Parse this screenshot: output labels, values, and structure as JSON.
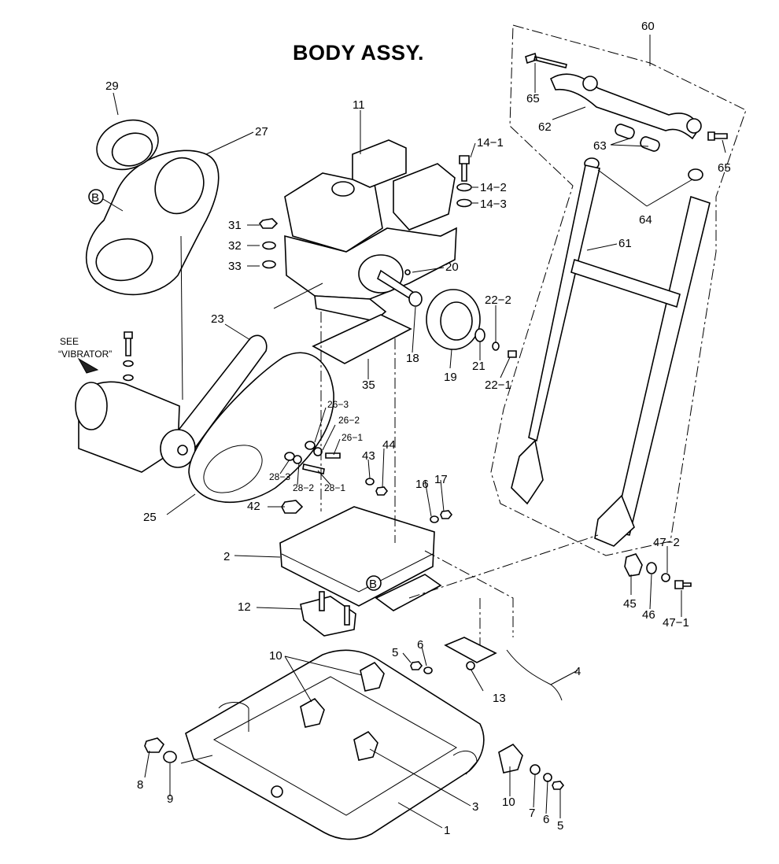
{
  "title": "BODY ASSY.",
  "note": {
    "see": "SEE",
    "vibrator": "“VIBRATOR”"
  },
  "ref_marker": "B",
  "callouts": {
    "c60": "60",
    "c65a": "65",
    "c65b": "65",
    "c62": "62",
    "c63": "63",
    "c64": "64",
    "c61": "61",
    "c29": "29",
    "c27": "27",
    "c11": "11",
    "c14_1": "14−1",
    "c14_2": "14−2",
    "c14_3": "14−3",
    "c31": "31",
    "c32": "32",
    "c33": "33",
    "c20": "20",
    "c22_2": "22−2",
    "c22_1": "22−1",
    "c18": "18",
    "c19": "19",
    "c21": "21",
    "c35": "35",
    "c23": "23",
    "c26_3": "26−3",
    "c26_2": "26−2",
    "c26_1": "26−1",
    "c28_3": "28−3",
    "c28_2": "28−2",
    "c28_1": "28−1",
    "c43": "43",
    "c44": "44",
    "c16": "16",
    "c17": "17",
    "c25": "25",
    "c42": "42",
    "c2": "2",
    "c12": "12",
    "c47_2": "47−2",
    "c45": "45",
    "c46": "46",
    "c47_1": "47−1",
    "c10a": "10",
    "c5a": "5",
    "c6a": "6",
    "c13": "13",
    "c4": "4",
    "c8": "8",
    "c9": "9",
    "c3": "3",
    "c1": "1",
    "c10b": "10",
    "c7": "7",
    "c6b": "6",
    "c5b": "5"
  }
}
